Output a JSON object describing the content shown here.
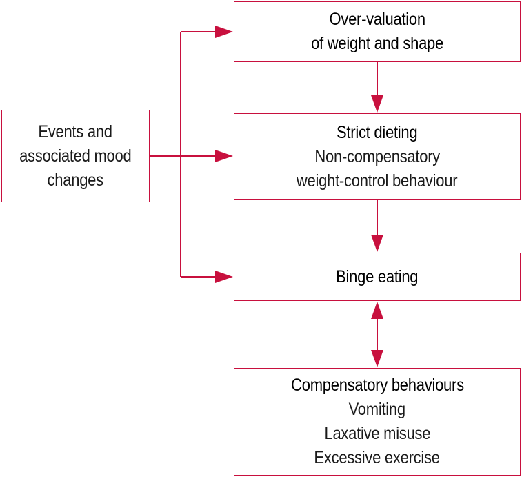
{
  "accent_color": "#c8103e",
  "nodes": {
    "overvaluation": {
      "lines": [
        "Over-valuation",
        "of weight and shape"
      ]
    },
    "events": {
      "lines": [
        "Events and",
        "associated mood",
        "changes"
      ]
    },
    "strict_dieting": {
      "title": "Strict dieting",
      "details": [
        "Non-compensatory",
        "weight-control behaviour"
      ]
    },
    "binge_eating": {
      "title": "Binge eating"
    },
    "compensatory": {
      "title": "Compensatory behaviours",
      "details": [
        "Vomiting",
        "Laxative misuse",
        "Excessive exercise"
      ]
    }
  },
  "edges": [
    {
      "from": "events",
      "to": "overvaluation",
      "style": "single-arrow"
    },
    {
      "from": "events",
      "to": "strict_dieting",
      "style": "single-arrow"
    },
    {
      "from": "events",
      "to": "binge_eating",
      "style": "single-arrow"
    },
    {
      "from": "overvaluation",
      "to": "strict_dieting",
      "style": "single-arrow"
    },
    {
      "from": "strict_dieting",
      "to": "binge_eating",
      "style": "single-arrow"
    },
    {
      "from": "binge_eating",
      "to": "compensatory",
      "style": "double-arrow"
    }
  ]
}
